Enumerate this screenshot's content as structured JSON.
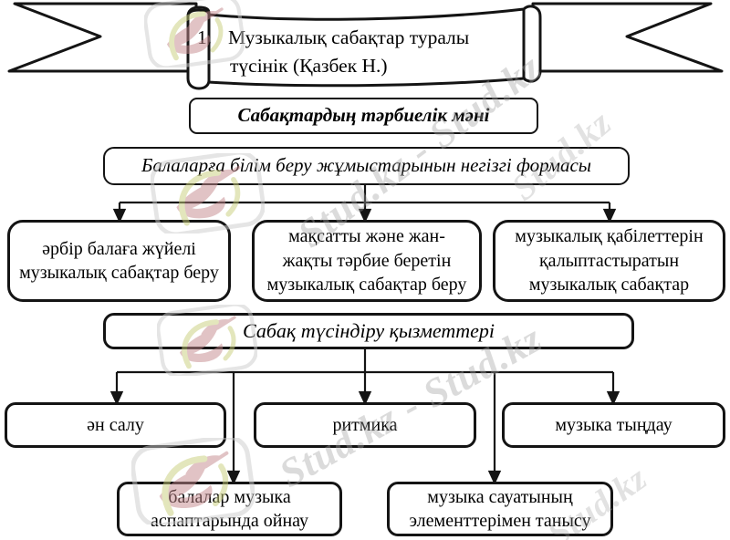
{
  "page": {
    "background": "#ffffff"
  },
  "watermark": {
    "brand_text": "Stud.kz - Stud.kz",
    "brand_text_short": "Stud.kz",
    "text_color": "#a3a3a3",
    "logo_outline_color": "#cccccc",
    "logo_bird_color": "#c4898c",
    "logo_leaf_color": "#c9cf7c"
  },
  "diagram": {
    "line_color": "#141414",
    "banner": {
      "number": "1.",
      "line1": "Музыкалық сабақтар туралы",
      "line2": "түсінік (Қазбек Н.)"
    },
    "section_title": "Сабақтардың тәрбиелік мәні",
    "forms_header": "Балаларға білім беру жұмыстарынын негізгі формасы",
    "forms": [
      {
        "label": "әрбір балаға жүйелі музыкалық сабақтар беру"
      },
      {
        "label": "мақсатты және жан-жақты тәрбие беретін музыкалық сабақтар беру"
      },
      {
        "label": "музыкалық қабілеттерін қалыптастыратын музыкалық сабақтар"
      }
    ],
    "functions_header": "Сабақ түсіндіру қызметтері",
    "functions_row1": [
      {
        "label": "ән салу"
      },
      {
        "label": "ритмика"
      },
      {
        "label": "музыка тыңдау"
      }
    ],
    "functions_row2": [
      {
        "label": "балалар музыка аспаптарында ойнау"
      },
      {
        "label": "музыка сауатының элементтерімен танысу"
      }
    ]
  }
}
